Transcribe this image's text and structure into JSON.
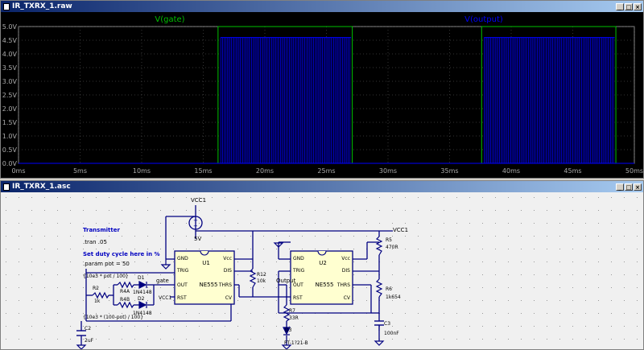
{
  "waveform_window": {
    "title": "IR_TXRX_1.raw",
    "trace_labels": [
      "V(gate)",
      "V(output)"
    ],
    "trace_colors": {
      "gate": "#00c000",
      "output": "#0000ff"
    },
    "y_ticks": [
      "5.0V",
      "4.5V",
      "4.0V",
      "3.5V",
      "3.0V",
      "2.5V",
      "2.0V",
      "1.5V",
      "1.0V",
      "0.5V",
      "0.0V"
    ],
    "x_ticks": [
      "0ms",
      "5ms",
      "10ms",
      "15ms",
      "20ms",
      "25ms",
      "30ms",
      "35ms",
      "40ms",
      "45ms",
      "50ms"
    ],
    "background": "#000000"
  },
  "schematic_window": {
    "title": "IR_TXRX_1.asc",
    "background": "#f0f0f0",
    "directives": {
      "heading": "Transmitter",
      "tran": ".tran .05",
      "duty_note": "Set duty cycle here in %",
      "param": ".param pot = 50"
    },
    "expressions": {
      "r4a": "{10e3 * pot / 100}",
      "r4b": "{10e3 * (100-pot) / 100}"
    },
    "vcc": {
      "name": "VCC1",
      "value": "5V",
      "net": "VCC1"
    },
    "u1": {
      "name": "U1",
      "model": "NE555"
    },
    "u2": {
      "name": "U2",
      "model": "NE555"
    },
    "pins_left": [
      "GND",
      "TRIG",
      "OUT",
      "RST"
    ],
    "pins_right": [
      "Vcc",
      "DIS",
      "THRS",
      "CV"
    ],
    "net_labels": {
      "gate": "gate",
      "output": "Output",
      "vcc1": "VCC1"
    },
    "components": {
      "r2": [
        "R2",
        "1k"
      ],
      "r4a": [
        "R4A"
      ],
      "r4b": [
        "R4B"
      ],
      "d1": [
        "D1",
        "1N4148"
      ],
      "d2": [
        "D2",
        "1N4148"
      ],
      "c2": [
        "C2",
        "2uF"
      ],
      "r12": [
        "R12",
        "10k"
      ],
      "r5": [
        "R5",
        "470R"
      ],
      "r6": [
        "R6",
        "1k654"
      ],
      "c3": [
        "C3",
        "100nF"
      ],
      "r7": [
        "R7",
        "33R"
      ],
      "d3": [
        "D3",
        "PT-1?21-B"
      ]
    }
  }
}
